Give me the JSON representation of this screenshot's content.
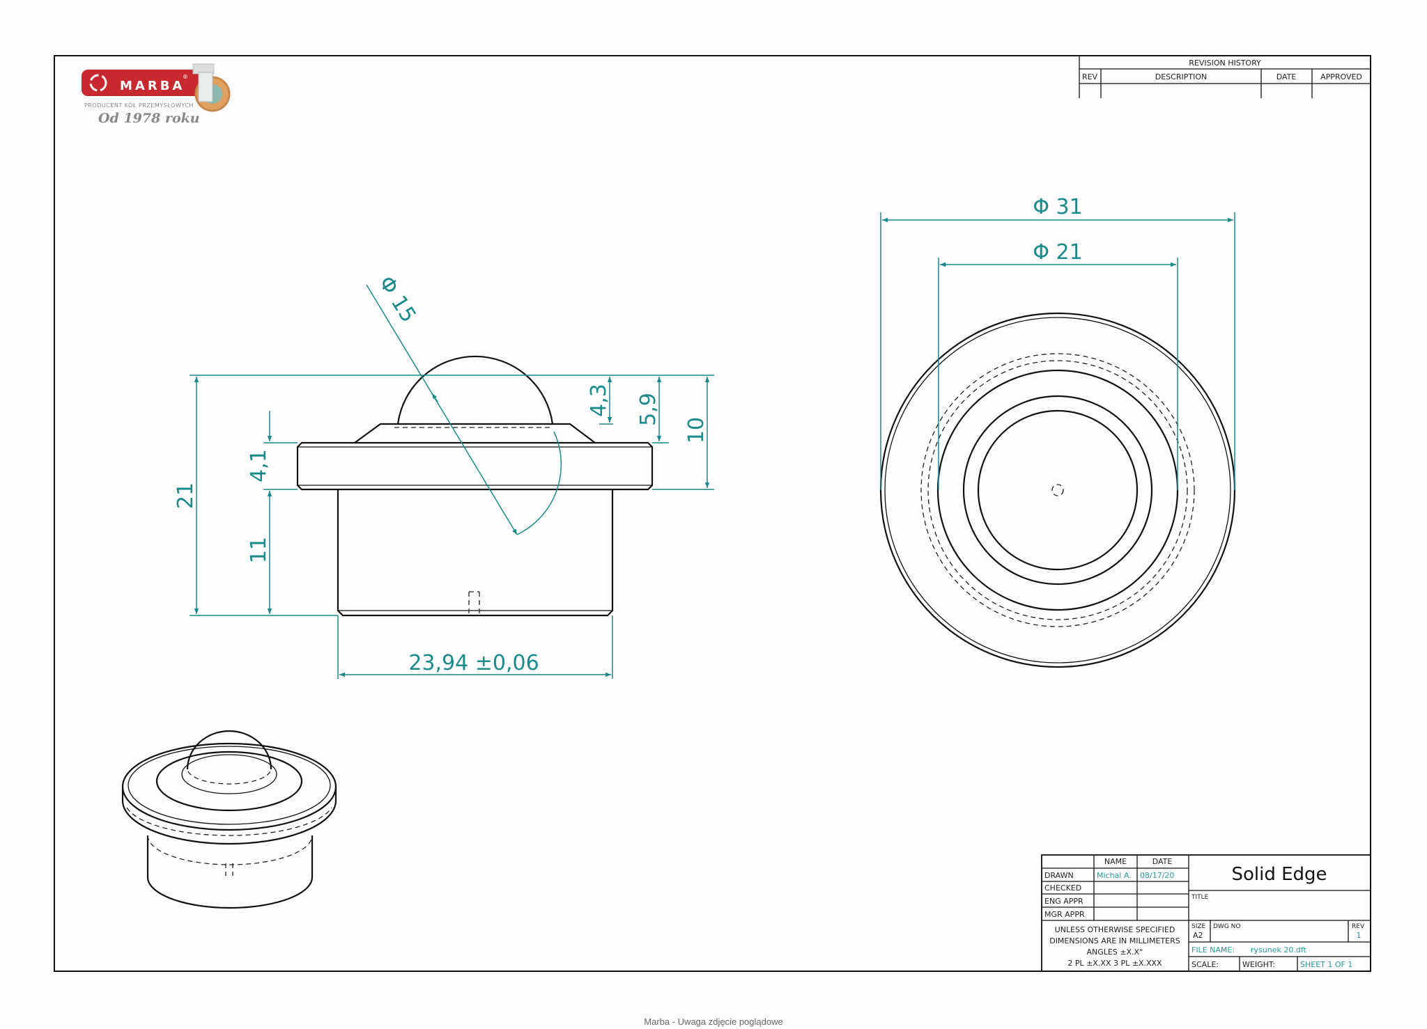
{
  "logo": {
    "brand": "MARBA",
    "registered": "®",
    "tagline": "PRODUCENT KÓŁ PRZEMYSŁOWYCH",
    "since": "Od 1978 roku"
  },
  "revision_history": {
    "title": "REVISION HISTORY",
    "columns": [
      "REV",
      "DESCRIPTION",
      "DATE",
      "APPROVED"
    ]
  },
  "dimensions": {
    "ball_diameter": "Φ 15",
    "overall_height": "21",
    "flange_height": "4,1",
    "body_height": "11",
    "ball_protrusion": "4,3",
    "cone_height": "5,9",
    "top_height": "10",
    "body_diameter": "23,94  ±0,06",
    "flange_diameter": "Φ 31",
    "cone_diameter": "Φ 21"
  },
  "title_block": {
    "headers": {
      "name": "NAME",
      "date": "DATE"
    },
    "rows": [
      {
        "label": "DRAWN",
        "name": "Michal A.",
        "date": "08/17/20"
      },
      {
        "label": "CHECKED",
        "name": "",
        "date": ""
      },
      {
        "label": "ENG APPR",
        "name": "",
        "date": ""
      },
      {
        "label": "MGR APPR",
        "name": "",
        "date": ""
      }
    ],
    "notes": [
      "UNLESS OTHERWISE SPECIFIED",
      "DIMENSIONS ARE IN MILLIMETERS",
      "ANGLES ±X.X°",
      "2 PL ±X.XX  3 PL ±X.XXX"
    ],
    "company": "Solid Edge",
    "title_label": "TITLE",
    "size_label": "SIZE",
    "size": "A2",
    "dwg_no_label": "DWG NO",
    "rev_label": "REV",
    "rev": "1",
    "file_name_label": "FILE NAME:",
    "file_name": "rysunek 20.dft",
    "scale_label": "SCALE:",
    "weight_label": "WEIGHT:",
    "sheet": "SHEET 1 OF 1"
  },
  "footer": "Marba - Uwaga zdjęcie poglądowe"
}
